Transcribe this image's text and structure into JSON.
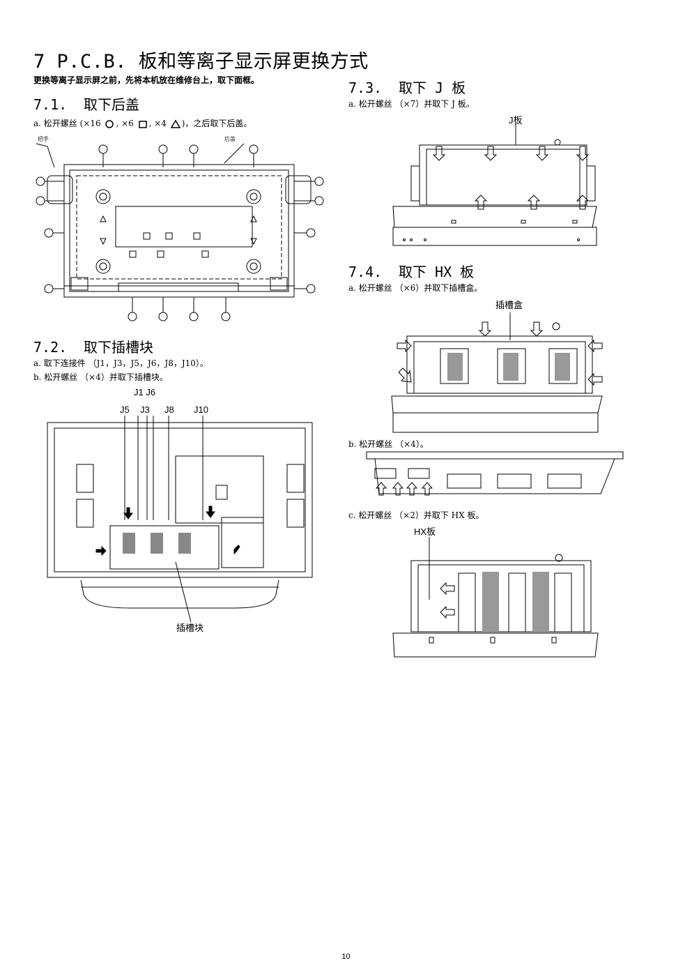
{
  "title": "7  P.C.B. 板和等离子显示屏更换方式",
  "intro": "更换等离子显示屏之前，先将本机放在维修台上，取下面框。",
  "sections": {
    "s71": {
      "num": "7.1.",
      "title": "取下后盖",
      "step_a_prefix": "a.  松开螺丝 (×16",
      "step_a_mid1": ", ×6",
      "step_a_mid2": ", ×4",
      "step_a_suffix": ")，之后取下后盖。",
      "fig_label_left": "把手",
      "fig_label_right": "后盖"
    },
    "s72": {
      "num": "7.2.",
      "title": "取下插槽块",
      "step_a": "a. 取下连接件 （J1，J3，J5，J6，J8，J10）。",
      "step_b": "b. 松开螺丝 （×4）并取下插槽块。",
      "fig_labels": {
        "j1j6": "J1 J6",
        "j5": "J5",
        "j3": "J3",
        "j8": "J8",
        "j10": "J10",
        "slot_block": "插槽块"
      }
    },
    "s73": {
      "num": "7.3.",
      "title": "取下 J 板",
      "step_a": "a. 松开螺丝 （×7）并取下 J 板。",
      "fig_label": "J板"
    },
    "s74": {
      "num": "7.4.",
      "title": "取下 HX 板",
      "step_a": "a. 松开螺丝 （×6）并取下插槽盒。",
      "fig_a_label": "插槽盒",
      "step_b": "b. 松开螺丝 （×4）。",
      "step_c": "c. 松开螺丝 （×2）并取下 HX 板。",
      "fig_c_label": "HX板"
    }
  },
  "page_number": "10"
}
